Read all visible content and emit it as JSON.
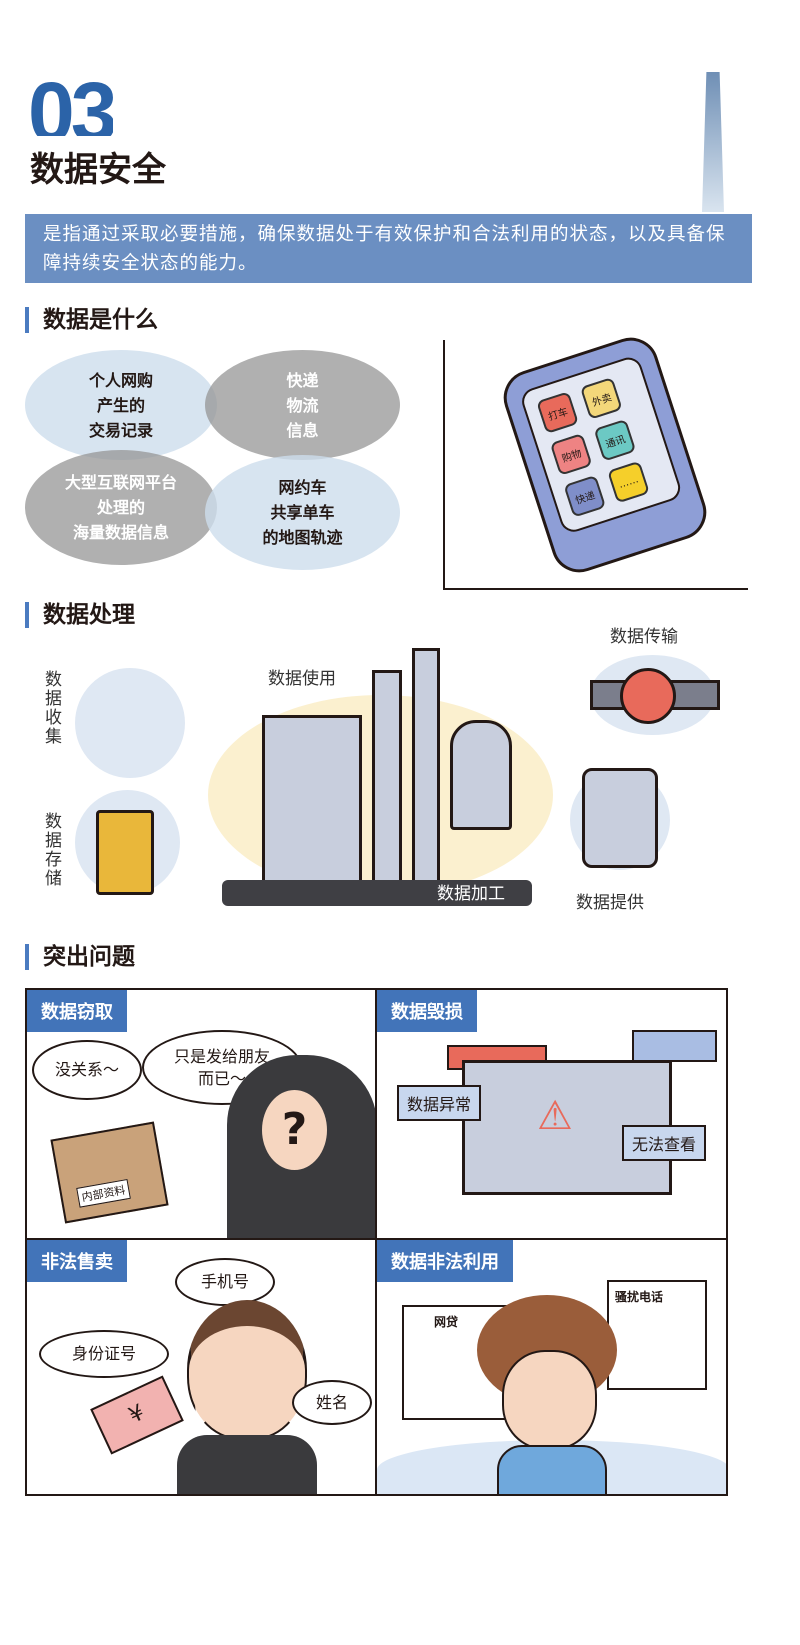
{
  "header": {
    "number": "03",
    "title": "数据安全",
    "definition": "是指通过采取必要措施，确保数据处于有效保护和合法利用的状态，以及具备保障持续安全状态的能力。"
  },
  "what": {
    "heading": "数据是什么",
    "items": [
      "个人网购\n产生的\n交易记录",
      "快递\n物流\n信息",
      "大型互联网平台\n处理的\n海量数据信息",
      "网约车\n共享单车\n的地图轨迹"
    ],
    "phone_apps": [
      "打车",
      "外卖",
      "购物",
      "通讯",
      "快递",
      "……"
    ]
  },
  "process": {
    "heading": "数据处理",
    "collect": "数据收集",
    "store": "数据存储",
    "use": "数据使用",
    "processing": "数据加工",
    "transfer": "数据传输",
    "provide": "数据提供"
  },
  "issues": {
    "heading": "突出问题",
    "theft": {
      "tag": "数据窃取",
      "bubble1": "没关系～",
      "bubble2": "只是发给朋友\n而已～",
      "box_label": "内部资料"
    },
    "damage": {
      "tag": "数据毁损",
      "label1": "数据异常",
      "label2": "无法查看"
    },
    "sale": {
      "tag": "非法售卖",
      "b1": "手机号",
      "b2": "身份证号",
      "b3": "姓名",
      "money": "¥"
    },
    "abuse": {
      "tag": "数据非法利用",
      "doc1": "网贷",
      "doc2": "骚扰电话"
    }
  },
  "colors": {
    "blue": "#4274b9",
    "band": "#6b8fc2"
  }
}
